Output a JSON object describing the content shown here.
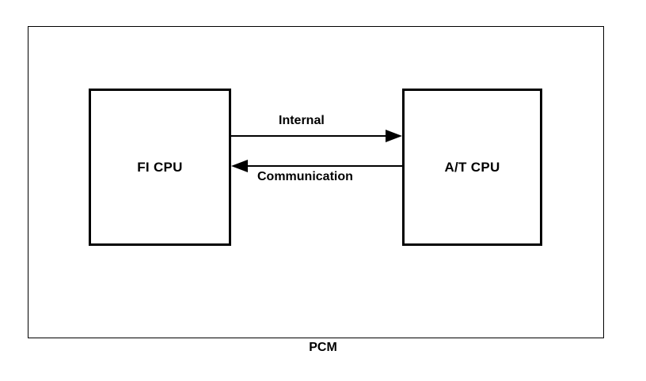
{
  "diagram": {
    "caption": "PCM",
    "enclosure_name": "PCM",
    "nodes": [
      {
        "id": "fi-cpu",
        "label": "FI CPU"
      },
      {
        "id": "at-cpu",
        "label": "A/T CPU"
      }
    ],
    "edges": [
      {
        "id": "internal",
        "label": "Internal",
        "from": "FI CPU",
        "to": "A/T CPU",
        "direction": "left-to-right",
        "arrowhead": "filled-triangle"
      },
      {
        "id": "communication",
        "label": "Communication",
        "from": "A/T CPU",
        "to": "FI CPU",
        "direction": "right-to-left",
        "arrowhead": "filled-triangle"
      }
    ],
    "colors": {
      "stroke": "#000000",
      "fill": "#ffffff",
      "text": "#000000"
    }
  }
}
